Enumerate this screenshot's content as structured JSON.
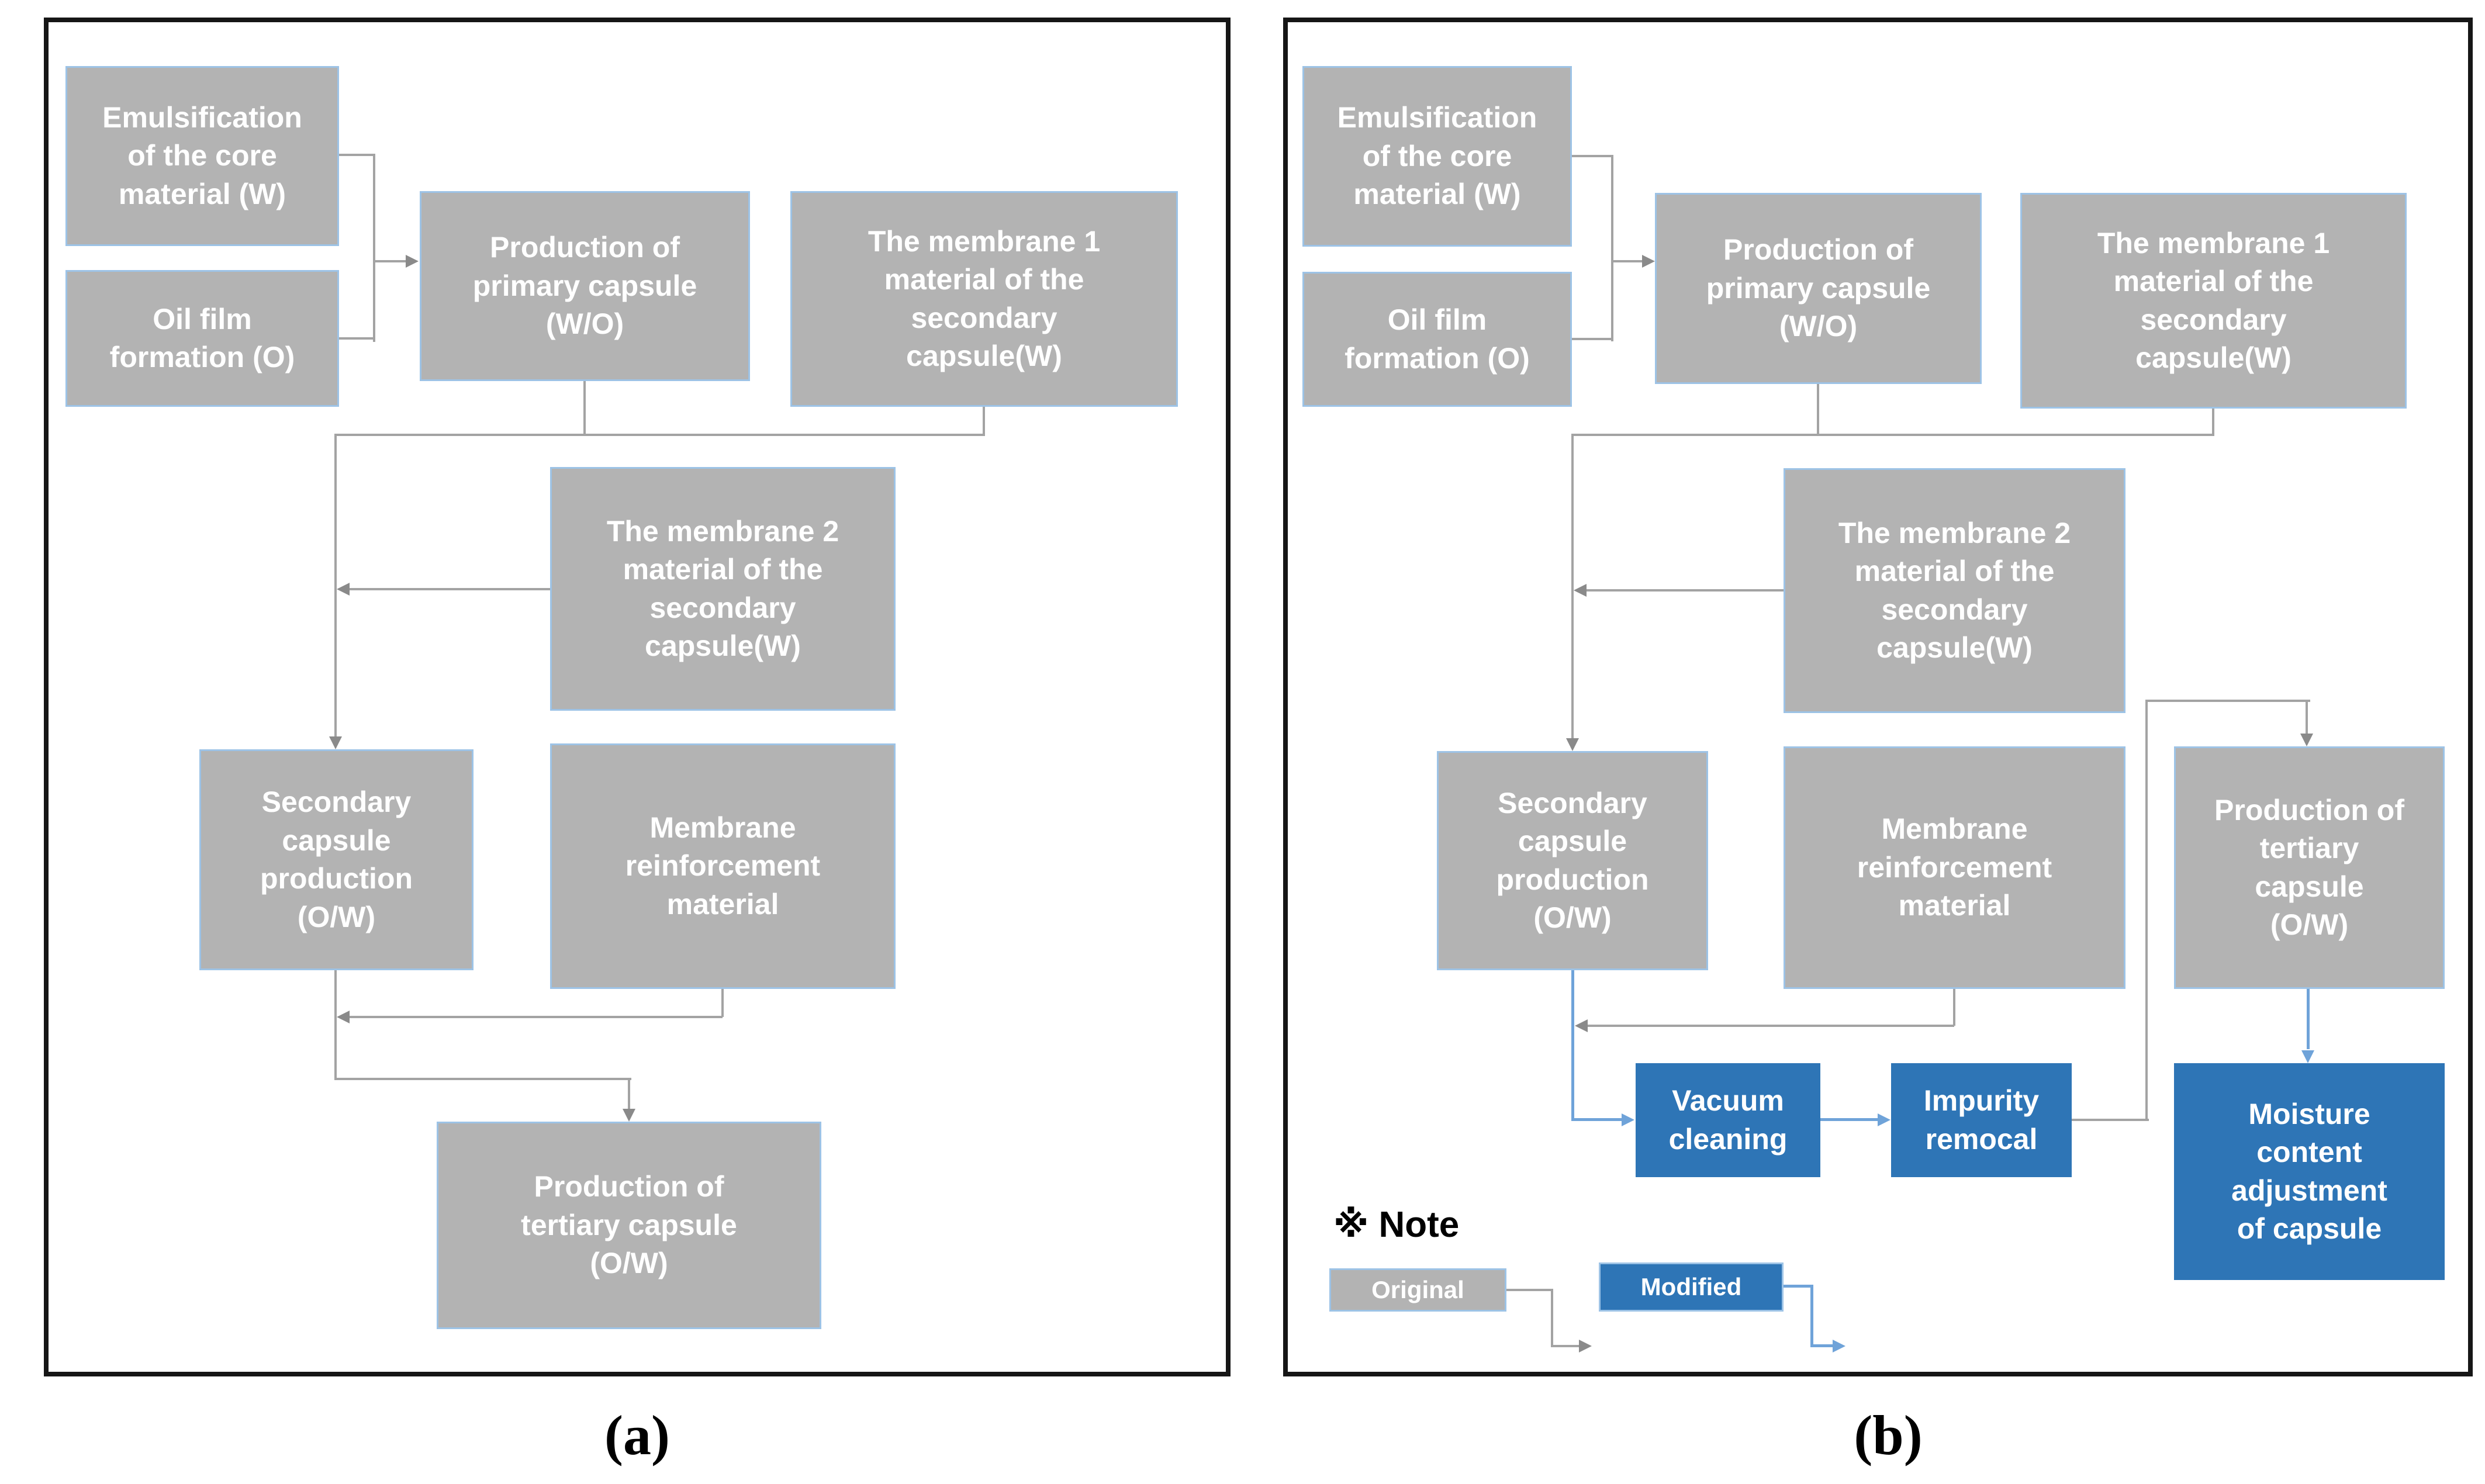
{
  "colors": {
    "gray_box_fill": "#b3b3b3",
    "gray_box_border": "#9dc3e6",
    "blue_box_fill": "#2e75b6",
    "blue_box_border": "#9dc3e6",
    "line_gray": "#a3a3a3",
    "arrowhead_gray": "#8a8a8a",
    "line_blue": "#6fa3d9",
    "panel_border": "#161616",
    "box_text": "#ffffff",
    "note_text": "#000000"
  },
  "captions": {
    "a": "(a)",
    "b": "(b)"
  },
  "panel_a": {
    "boxes": {
      "emulsification": "Emulsification\nof the core\nmaterial (W)",
      "oil_film": "Oil film\nformation (O)",
      "primary_capsule": "Production of\nprimary capsule\n(W/O)",
      "membrane1": "The membrane 1\nmaterial of the\nsecondary\ncapsule(W)",
      "membrane2": "The membrane 2\nmaterial of the\nsecondary\ncapsule(W)",
      "secondary_capsule": "Secondary\ncapsule\nproduction\n(O/W)",
      "membrane_reinforcement": "Membrane\nreinforcement\nmaterial",
      "tertiary_capsule": "Production of\ntertiary capsule\n(O/W)"
    }
  },
  "panel_b": {
    "boxes": {
      "emulsification": "Emulsification\nof the core\nmaterial (W)",
      "oil_film": "Oil film\nformation (O)",
      "primary_capsule": "Production of\nprimary capsule\n(W/O)",
      "membrane1": "The membrane 1\nmaterial of the\nsecondary\ncapsule(W)",
      "membrane2": "The membrane 2\nmaterial of the\nsecondary\ncapsule(W)",
      "secondary_capsule": "Secondary\ncapsule\nproduction\n(O/W)",
      "membrane_reinforcement": "Membrane\nreinforcement\nmaterial",
      "tertiary_capsule": "Production of\ntertiary\ncapsule\n(O/W)",
      "vacuum_cleaning": "Vacuum\ncleaning",
      "impurity_removal": "Impurity\nremocal",
      "moisture_adjustment": "Moisture\ncontent\nadjustment\nof capsule"
    },
    "note": {
      "title": "※ Note",
      "original": "Original",
      "modified": "Modified"
    }
  }
}
